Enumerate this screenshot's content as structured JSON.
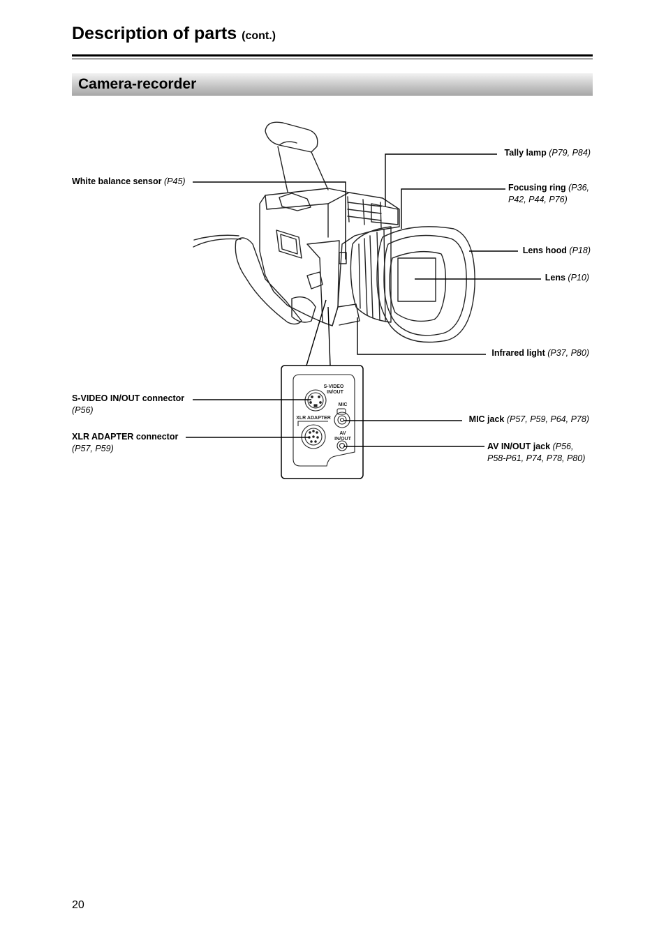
{
  "header": {
    "title": "Description of parts",
    "title_suffix": "(cont.)"
  },
  "section": {
    "title": "Camera-recorder"
  },
  "labels": {
    "white_balance_sensor": {
      "name": "White balance sensor",
      "ref": "(P45)"
    },
    "tally_lamp": {
      "name": "Tally lamp",
      "ref": "(P79, P84)"
    },
    "focusing_ring": {
      "name": "Focusing ring",
      "ref_line1": "(P36,",
      "ref_line2": "P42, P44, P76)"
    },
    "lens_hood": {
      "name": "Lens hood",
      "ref": "(P18)"
    },
    "lens": {
      "name": "Lens",
      "ref": "(P10)"
    },
    "infrared_light": {
      "name": "Infrared light",
      "ref": "(P37, P80)"
    },
    "svideo_connector": {
      "name": "S-VIDEO IN/OUT connector",
      "ref": "(P56)"
    },
    "xlr_adapter_connector": {
      "name": "XLR ADAPTER connector",
      "ref": "(P57, P59)"
    },
    "mic_jack": {
      "name": "MIC jack",
      "ref": "(P57, P59, P64, P78)"
    },
    "av_jack": {
      "name": "AV IN/OUT jack",
      "ref_line1": "(P56,",
      "ref_line2": "P58-P61, P74, P78, P80)"
    }
  },
  "panel": {
    "svideo_line1": "S-VIDEO",
    "svideo_line2": "IN/OUT",
    "mic": "MIC",
    "xlr": "XLR ADAPTER",
    "av_line1": "AV",
    "av_line2": "IN/OUT"
  },
  "footer": {
    "page_number": "20"
  }
}
